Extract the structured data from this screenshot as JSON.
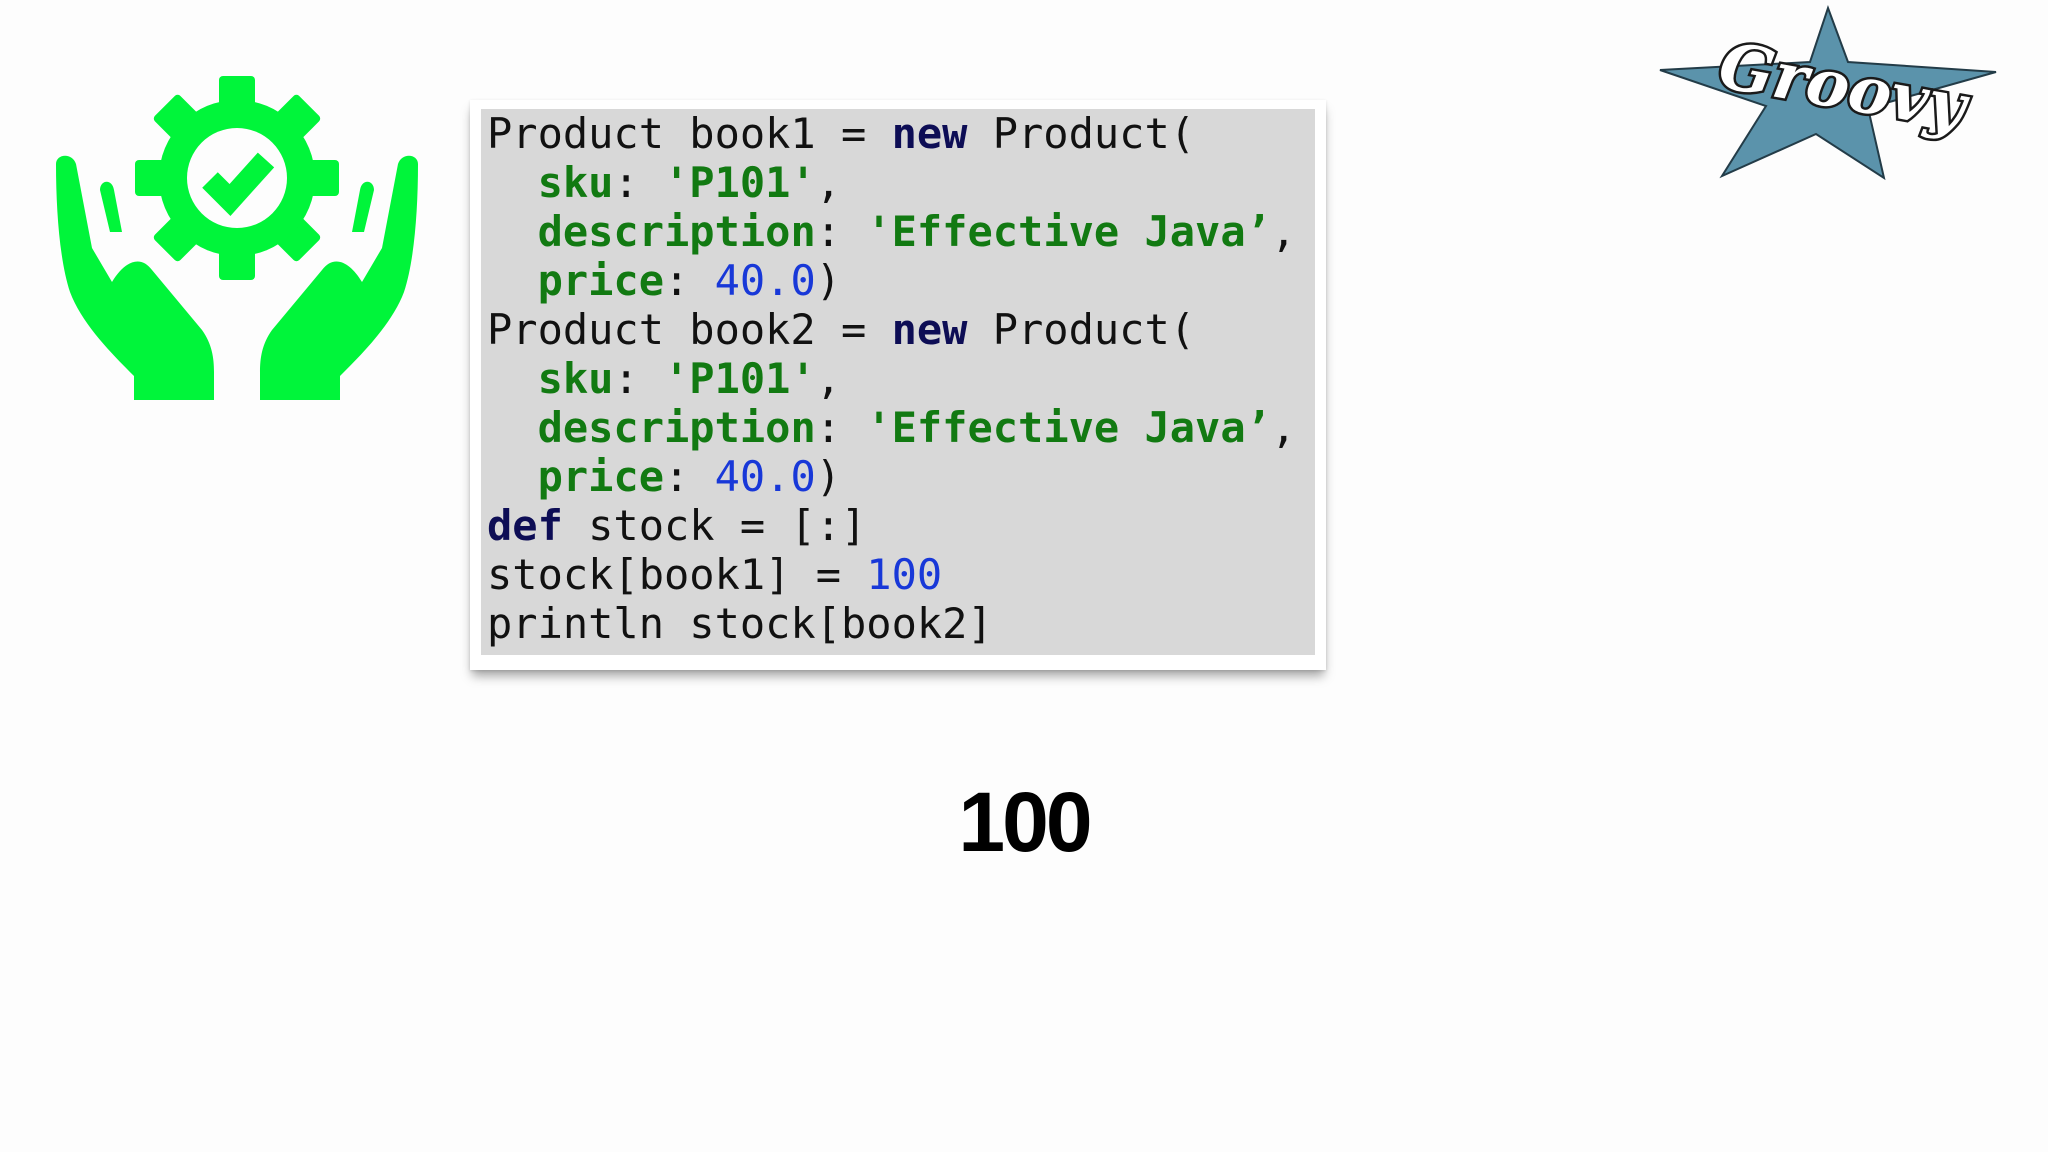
{
  "slide": {
    "icon": "hands-gear-check-icon",
    "icon_color": "#00f53a",
    "logo": {
      "name": "groovy-star-logo",
      "text": "Groovy",
      "star_color": "#5b93ab"
    },
    "code": {
      "background": "#d8d8d8",
      "lines": [
        [
          {
            "t": "Product book1 = ",
            "c": "plain"
          },
          {
            "t": "new",
            "c": "kw"
          },
          {
            "t": " Product(",
            "c": "plain"
          }
        ],
        [
          {
            "t": "  ",
            "c": "plain"
          },
          {
            "t": "sku",
            "c": "prop"
          },
          {
            "t": ": ",
            "c": "plain"
          },
          {
            "t": "'P101'",
            "c": "str"
          },
          {
            "t": ",",
            "c": "plain"
          }
        ],
        [
          {
            "t": "  ",
            "c": "plain"
          },
          {
            "t": "description",
            "c": "prop"
          },
          {
            "t": ": ",
            "c": "plain"
          },
          {
            "t": "'Effective Java’",
            "c": "str"
          },
          {
            "t": ",",
            "c": "plain"
          }
        ],
        [
          {
            "t": "  ",
            "c": "plain"
          },
          {
            "t": "price",
            "c": "prop"
          },
          {
            "t": ": ",
            "c": "plain"
          },
          {
            "t": "40.0",
            "c": "num"
          },
          {
            "t": ")",
            "c": "plain"
          }
        ],
        [
          {
            "t": "Product book2 = ",
            "c": "plain"
          },
          {
            "t": "new",
            "c": "kw"
          },
          {
            "t": " Product(",
            "c": "plain"
          }
        ],
        [
          {
            "t": "  ",
            "c": "plain"
          },
          {
            "t": "sku",
            "c": "prop"
          },
          {
            "t": ": ",
            "c": "plain"
          },
          {
            "t": "'P101'",
            "c": "str"
          },
          {
            "t": ",",
            "c": "plain"
          }
        ],
        [
          {
            "t": "  ",
            "c": "plain"
          },
          {
            "t": "description",
            "c": "prop"
          },
          {
            "t": ": ",
            "c": "plain"
          },
          {
            "t": "'Effective Java’",
            "c": "str"
          },
          {
            "t": ",",
            "c": "plain"
          }
        ],
        [
          {
            "t": "  ",
            "c": "plain"
          },
          {
            "t": "price",
            "c": "prop"
          },
          {
            "t": ": ",
            "c": "plain"
          },
          {
            "t": "40.0",
            "c": "num"
          },
          {
            "t": ")",
            "c": "plain"
          }
        ],
        [
          {
            "t": "def",
            "c": "kw"
          },
          {
            "t": " stock = [:]",
            "c": "plain"
          }
        ],
        [
          {
            "t": "stock[book1] = ",
            "c": "plain"
          },
          {
            "t": "100",
            "c": "num"
          }
        ],
        [
          {
            "t": "println stock[book2]",
            "c": "plain"
          }
        ]
      ]
    },
    "result": "100"
  }
}
